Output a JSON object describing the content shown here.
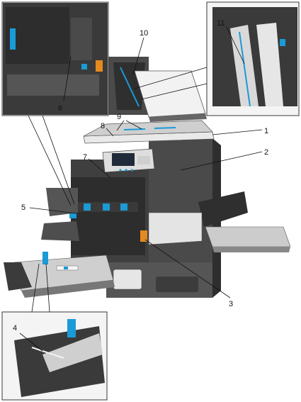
{
  "diagram": {
    "callouts": [
      {
        "id": "c1",
        "number": "1"
      },
      {
        "id": "c2",
        "number": "2"
      },
      {
        "id": "c3",
        "number": "3"
      },
      {
        "id": "c4",
        "number": "4"
      },
      {
        "id": "c5",
        "number": "5"
      },
      {
        "id": "c6",
        "number": "6"
      },
      {
        "id": "c7",
        "number": "7"
      },
      {
        "id": "c8",
        "number": "8"
      },
      {
        "id": "c9",
        "number": "9"
      },
      {
        "id": "c10",
        "number": "10"
      },
      {
        "id": "c11",
        "number": "11"
      }
    ],
    "colors": {
      "body_dark": "#3a3a3a",
      "body_mid": "#5c5c5c",
      "body_light": "#8a8a8a",
      "panel_light": "#e6e6e6",
      "accent_blue": "#1a9ad6",
      "accent_orange": "#e58a1f",
      "line": "#111111"
    }
  }
}
